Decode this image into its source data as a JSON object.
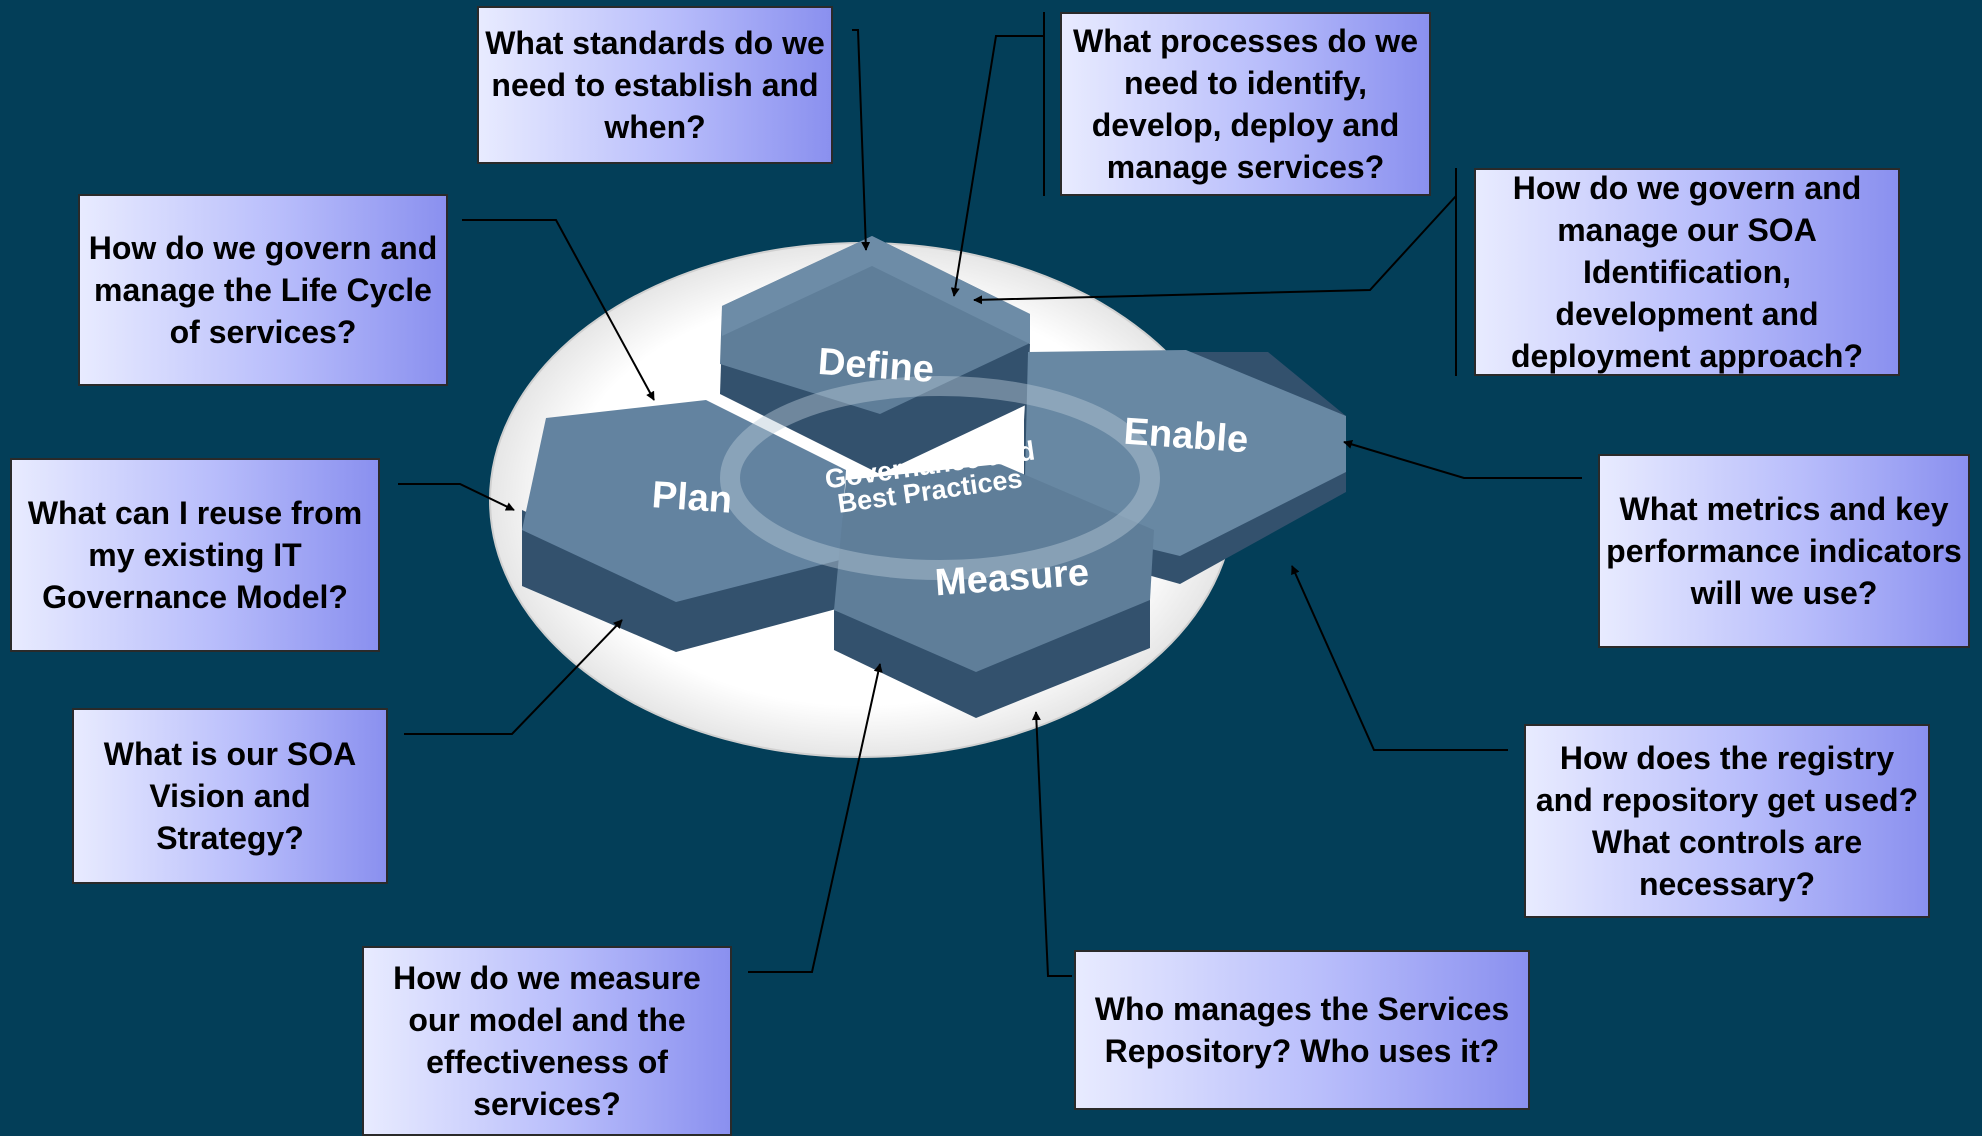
{
  "colors": {
    "background": "#033e58",
    "ellipse": "#ffffff",
    "hex_top": "#5f7e99",
    "hex_side": "#33516d",
    "box_light": "#e8ebff",
    "box_dark": "#8a90ef"
  },
  "center": {
    "hexagons": {
      "define": "Define",
      "plan": "Plan",
      "enable": "Enable",
      "measure": "Measure"
    },
    "core_line1": "Governance and",
    "core_line2": "Best Practices"
  },
  "questions": {
    "standards": "What standards do we need to establish and when?",
    "processes": "What processes do we need to identify, develop, deploy and manage services?",
    "govern_soa": "How do we govern and manage our SOA Identification, development and deployment approach?",
    "lifecycle": "How do we govern and manage the Life Cycle of services?",
    "reuse": "What can I reuse from my existing IT Governance Model?",
    "metrics": "What metrics and key performance indicators will we use?",
    "vision": "What is our SOA Vision and Strategy?",
    "registry": "How does the registry and repository get used? What controls are necessary?",
    "measure_model": "How do we measure our model and the effectiveness of services?",
    "repository": "Who manages the Services Repository? Who uses it?"
  }
}
